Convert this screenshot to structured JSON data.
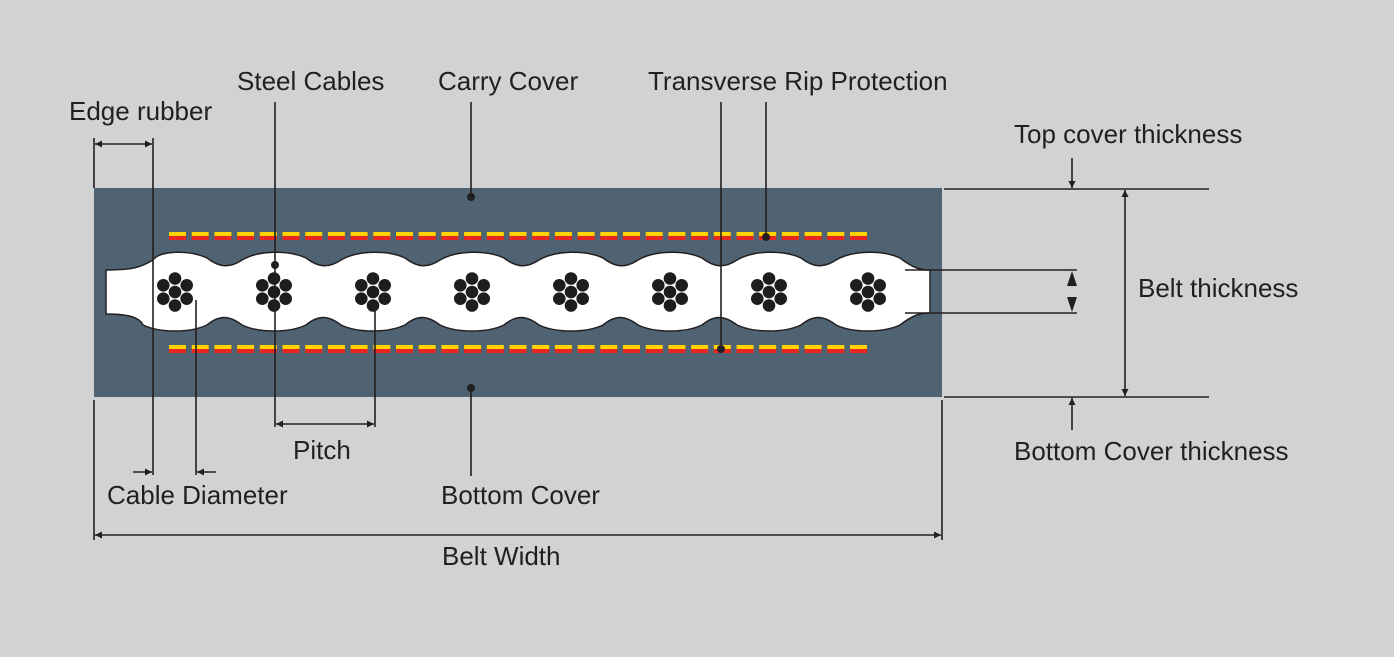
{
  "diagram": {
    "title": "Steel cord conveyor belt cross-section",
    "labels": {
      "edge_rubber": "Edge rubber",
      "steel_cables": "Steel Cables",
      "carry_cover": "Carry Cover",
      "transverse_rip_protection": "Transverse Rip Protection",
      "top_cover_thickness": "Top cover thickness",
      "belt_thickness": "Belt thickness",
      "bottom_cover_thickness": "Bottom Cover thickness",
      "pitch": "Pitch",
      "cable_diameter": "Cable Diameter",
      "bottom_cover": "Bottom Cover",
      "belt_width": "Belt Width"
    },
    "cable_count": 8,
    "strands_per_cable": 7,
    "rip_protection_layers": 2,
    "colors": {
      "background": "#d1d2d4",
      "belt_cover": "#4f6373",
      "core": "#ffffff",
      "cable": "#1d1d1f",
      "rip_yellow": "#ffd400",
      "rip_red": "#e8261f",
      "line": "#231f20"
    }
  }
}
